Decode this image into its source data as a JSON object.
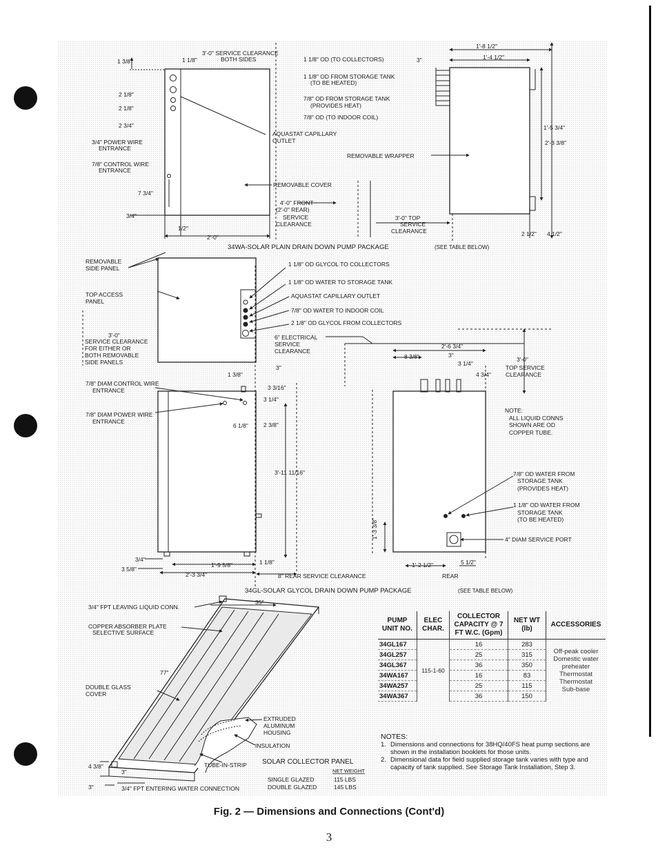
{
  "top_drawing": {
    "title": "34WA-SOLAR PLAIN DRAIN DOWN PUMP PACKAGE",
    "see_table": "(SEE TABLE BELOW)",
    "service_clearance_sides": "3'-0\" SERVICE CLEARANCE",
    "both_sides": "BOTH SIDES",
    "dims": [
      "1 3/8\"",
      "1 1/8\"",
      "2 1/8\"",
      "2 1/8\"",
      "2 3/4\"",
      "7 3/4\"",
      "3/4\"",
      "2'-0\"",
      "1/2\"",
      "3\"",
      "1'-8 1/2\"",
      "1'-4 1/2\"",
      "1'-5 3/4\"",
      "2'-3 3/8\"",
      "2 1/2\"",
      "4 1/2\""
    ],
    "callouts": {
      "od_to_collectors": "1 1/8\" OD (TO COLLECTORS)",
      "od_from_storage_heated": "1 1/8\" OD FROM STORAGE TANK",
      "to_be_heated": "(TO BE HEATED)",
      "od_from_storage_heat": "7/8\" OD FROM STORAGE TANK",
      "provides_heat": "(PROVIDES HEAT)",
      "od_to_indoor": "7/8\" OD (TO INDOOR COIL)",
      "aquastat": "AQUASTAT CAPILLARY",
      "outlet": "OUTLET",
      "power_wire": "3/4\" POWER WIRE",
      "entrance": "ENTRANCE",
      "control_wire": "7/8\" CONTROL WIRE",
      "control_entrance": "ENTRANCE",
      "removable_wrapper": "REMOVABLE WRAPPER",
      "removable_cover": "REMOVABLE COVER",
      "front_clear": "4'-0\" FRONT",
      "rear_clear": "(2'-0\" REAR)",
      "service": "SERVICE",
      "clearance": "CLEARANCE",
      "top_service_dim": "3'-0\" TOP",
      "top_service": "SERVICE",
      "top_clearance": "CLEARANCE"
    }
  },
  "middle_drawing": {
    "title": "34GL-SOLAR GLYCOL DRAIN DOWN PUMP PACKAGE",
    "see_table": "(SEE TABLE BELOW)",
    "removable_side_panel": [
      "REMOVABLE",
      "SIDE PANEL"
    ],
    "top_access_panel": [
      "TOP ACCESS",
      "PANEL"
    ],
    "service_clearance": [
      "3'-0\"",
      "SERVICE CLEARANCE",
      "FOR EITHER OR",
      "BOTH REMOVABLE",
      "SIDE PANELS"
    ],
    "glycol_to_collectors": "1 1/8\" OD GLYCOL TO COLLECTORS",
    "water_to_storage": "1 1/8\" OD WATER TO STORAGE TANK",
    "aquastat": "AQUASTAT CAPILLARY OUTLET",
    "water_to_indoor": "7/8\" OD WATER TO INDOOR COIL",
    "glycol_from_collectors": "2 1/8\" OD GLYCOL FROM COLLECTORS",
    "electrical_clearance": [
      "6\" ELECTRICAL",
      "SERVICE",
      "CLEARANCE"
    ],
    "control_wire": [
      "7/8\" DIAM CONTROL WIRE",
      "ENTRANCE"
    ],
    "power_wire": [
      "7/8\" DIAM POWER WIRE",
      "ENTRANCE"
    ],
    "top_service": [
      "3'-0\"",
      "TOP SERVICE",
      "CLEARANCE"
    ],
    "note": [
      "NOTE:",
      "ALL LIQUID CONNS",
      "SHOWN ARE OD",
      "COPPER TUBE."
    ],
    "od_water_from_storage_heat": [
      "7/8\" OD WATER FROM",
      "STORAGE TANK",
      "(PROVIDES HEAT)"
    ],
    "od_water_from_storage_heated": [
      "1 1/8\" OD WATER FROM",
      "STORAGE TANK",
      "(TO BE HEATED)"
    ],
    "service_port": "4\" DIAM SERVICE PORT",
    "rear_service": "8\" REAR SERVICE CLEARANCE",
    "rear": "REAR",
    "dims": [
      "3\"",
      "3 1/4\"",
      "3 3/16\"",
      "1 3/8\"",
      "6 1/8\"",
      "2 3/8\"",
      "3'-11 11/16\"",
      "1'-9 5/8\"",
      "2'-3 3/4\"",
      "3/4\"",
      "3 5/8\"",
      "1 1/8\"",
      "2'-6 3/4\"",
      "8 3/8\"",
      "3\"",
      "3 1/4\"",
      "4 3/4\"",
      "1'-2 1/2\"",
      "5 1/2\"",
      "1'-3 3/8\""
    ]
  },
  "collector_drawing": {
    "leaving": "3/4\" FPT LEAVING LIQUID CONN.",
    "width": "35\"",
    "length": "77\"",
    "absorber": [
      "COPPER ABSORBER PLATE",
      "SELECTIVE SURFACE"
    ],
    "glass": [
      "DOUBLE GLASS",
      "COVER"
    ],
    "extruded": [
      "EXTRUDED",
      "ALUMINUM",
      "HOUSING"
    ],
    "insulation": "INSULATION",
    "tube": "TUBE-IN-STRIP",
    "entering": "3/4\" FPT ENTERING WATER CONNECTION",
    "dims": [
      "4 3/8\"",
      "3\"",
      "3\""
    ],
    "panel_title": "SOLAR COLLECTOR PANEL",
    "net_weight": "NET WEIGHT",
    "single": "SINGLE GLAZED",
    "single_wt": "115 LBS",
    "double": "DOUBLE GLAZED",
    "double_wt": "145 LBS"
  },
  "table": {
    "headers": [
      "PUMP UNIT NO.",
      "ELEC CHAR.",
      "COLLECTOR CAPACITY @ 7 FT W.C. (Gpm)",
      "NET WT (lb)",
      "ACCESSORIES"
    ],
    "elec": "115-1-60",
    "accessories": [
      "Off-peak cooler",
      "Domestic water",
      "preheater",
      "Thermostat",
      "Thermostat",
      "Sub-base"
    ],
    "rows": [
      {
        "unit": "34GL167",
        "cap": "16",
        "wt": "283"
      },
      {
        "unit": "34GL257",
        "cap": "25",
        "wt": "315"
      },
      {
        "unit": "34GL367",
        "cap": "36",
        "wt": "350"
      },
      {
        "unit": "34WA167",
        "cap": "16",
        "wt": "83"
      },
      {
        "unit": "34WA257",
        "cap": "25",
        "wt": "115"
      },
      {
        "unit": "34WA367",
        "cap": "36",
        "wt": "150"
      }
    ]
  },
  "notes": {
    "heading": "NOTES:",
    "n1": "Dimensions and connections for 38HQ/40FS heat pump sections are shown in the installation booklets for those units.",
    "n2": "Dimensional data for field supplied storage tank varies with type and capacity of tank supplied. See Storage Tank Installation, Step 3."
  },
  "caption": "Fig. 2 — Dimensions and Connections (Cont'd)",
  "page_number": "3"
}
